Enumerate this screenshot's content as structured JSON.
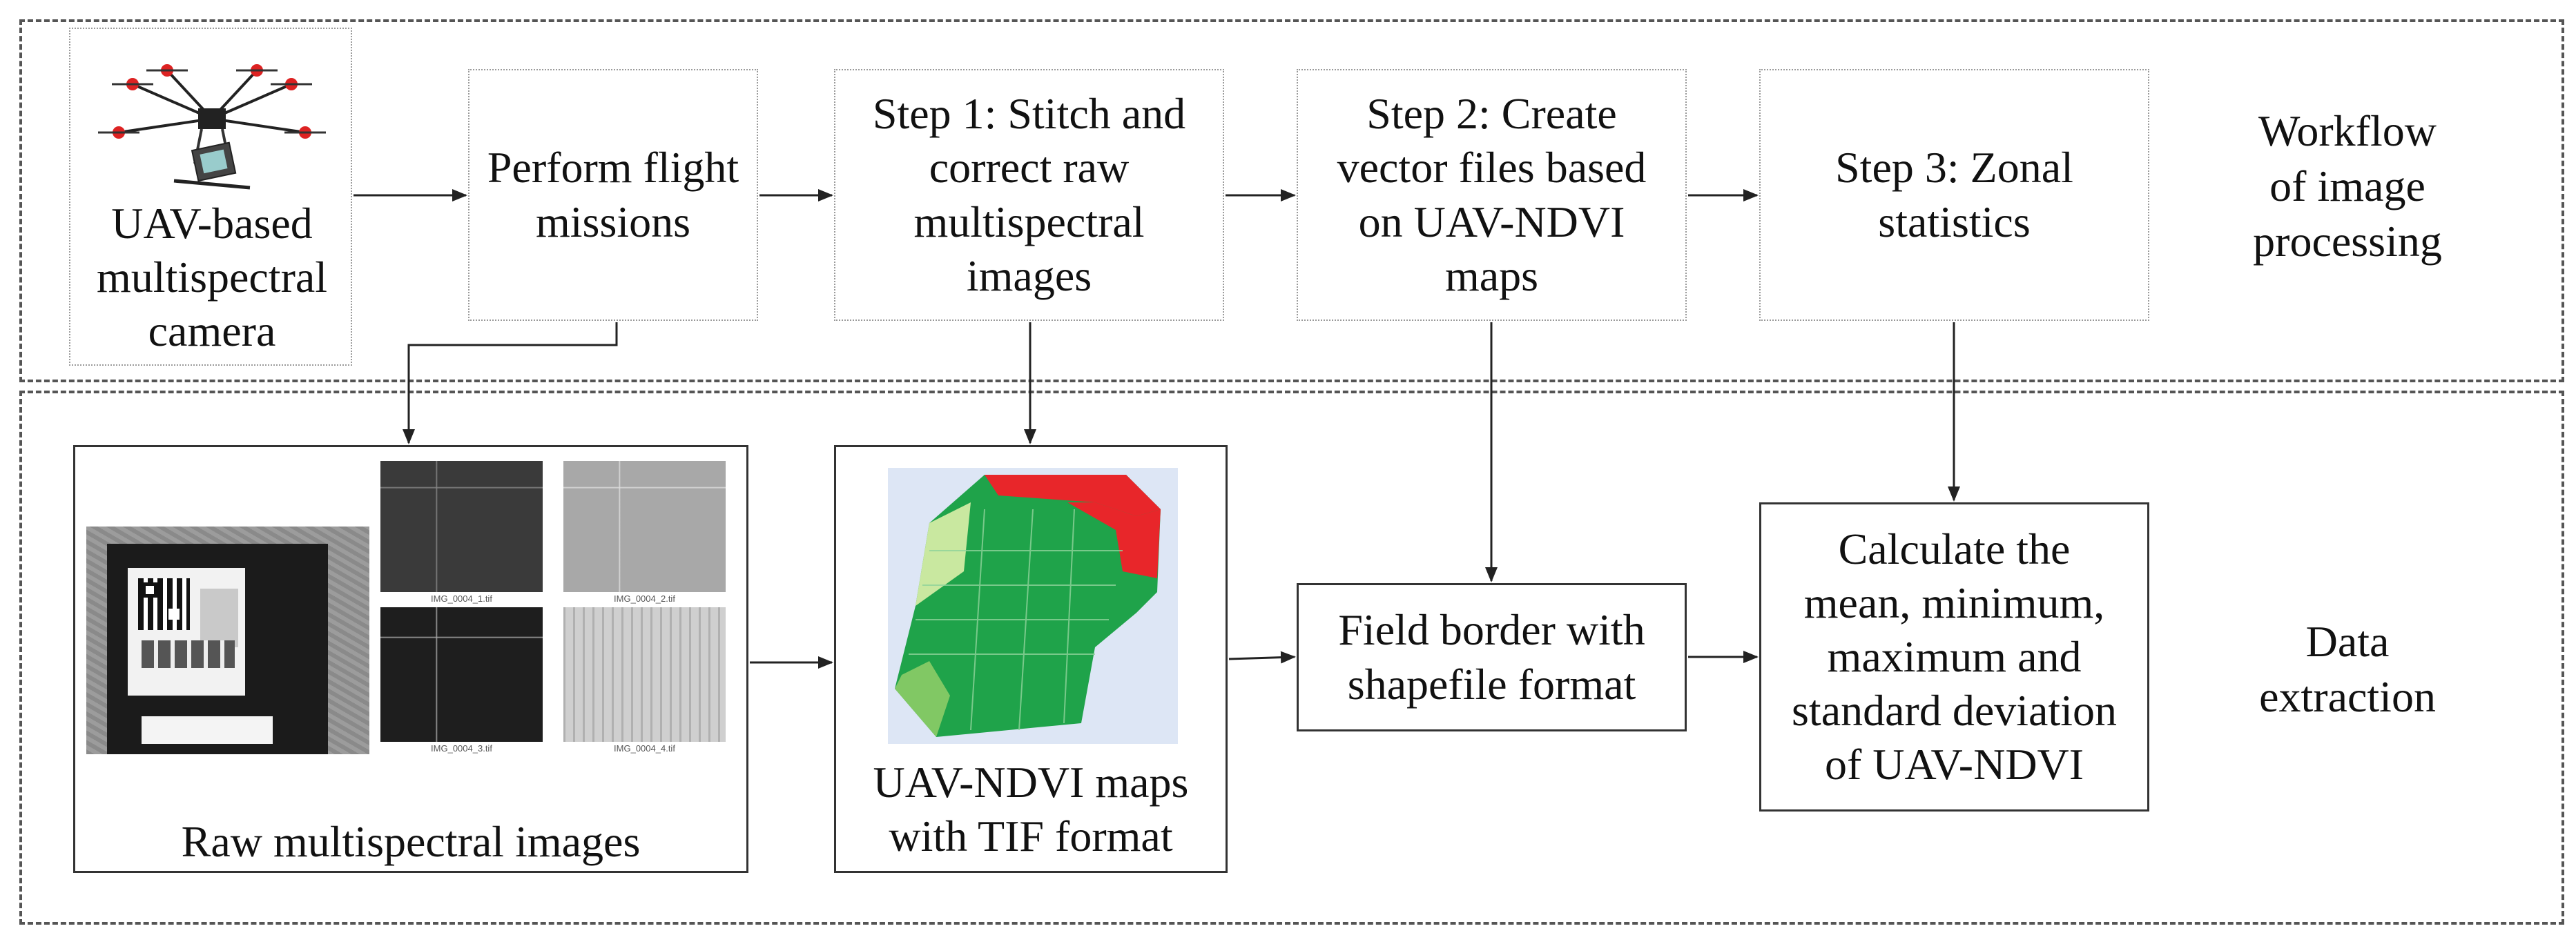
{
  "panels": {
    "top_label": "Workflow\nof image\nprocessing",
    "bottom_label": "Data\nextraction"
  },
  "workflow": {
    "camera_label": "UAV-based\nmultispectral\ncamera",
    "flight": "Perform flight\nmissions",
    "step1": "Step 1: Stitch and\ncorrect raw\nmultispectral\nimages",
    "step2": "Step 2: Create\nvector files based\non UAV-NDVI\nmaps",
    "step3": "Step 3: Zonal\nstatistics"
  },
  "extraction": {
    "raw_caption": "Raw multispectral images",
    "raw_files": [
      "IMG_0004_1.tif",
      "IMG_0004_2.tif",
      "IMG_0004_3.tif",
      "IMG_0004_4.tif"
    ],
    "ndvi_caption": "UAV-NDVI maps\nwith TIF format",
    "field_border": "Field border with\nshapefile format",
    "calculate": "Calculate the\nmean, minimum,\nmaximum and\nstandard deviation\nof  UAV-NDVI"
  },
  "colors": {
    "ndvi_red": "#e8262a",
    "ndvi_green": "#1fa34a",
    "ndvi_light": "#bfe3a8",
    "arrow": "#222222"
  }
}
